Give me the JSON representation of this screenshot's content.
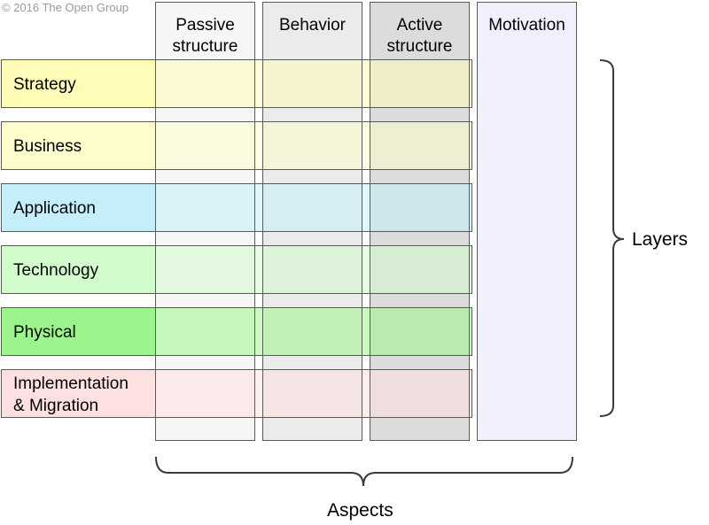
{
  "copyright": "© 2016 The Open Group",
  "aspects": [
    {
      "label": "Passive\nstructure",
      "color": "#f6f6f6"
    },
    {
      "label": "Behavior",
      "color": "#ebebeb"
    },
    {
      "label": "Active\nstructure",
      "color": "#dcdcdc"
    },
    {
      "label": "Motivation",
      "color": "#f0f0fc"
    }
  ],
  "layers": [
    {
      "label": "Strategy",
      "color": "#fefcb6"
    },
    {
      "label": "Business",
      "color": "#fefdcc"
    },
    {
      "label": "Application",
      "color": "#c4eefa"
    },
    {
      "label": "Technology",
      "color": "#d2fbcc"
    },
    {
      "label": "Physical",
      "color": "#9cf58c"
    },
    {
      "label": "Implementation\n& Migration",
      "color": "#fde0e0"
    }
  ],
  "labels": {
    "layers": "Layers",
    "aspects": "Aspects"
  }
}
